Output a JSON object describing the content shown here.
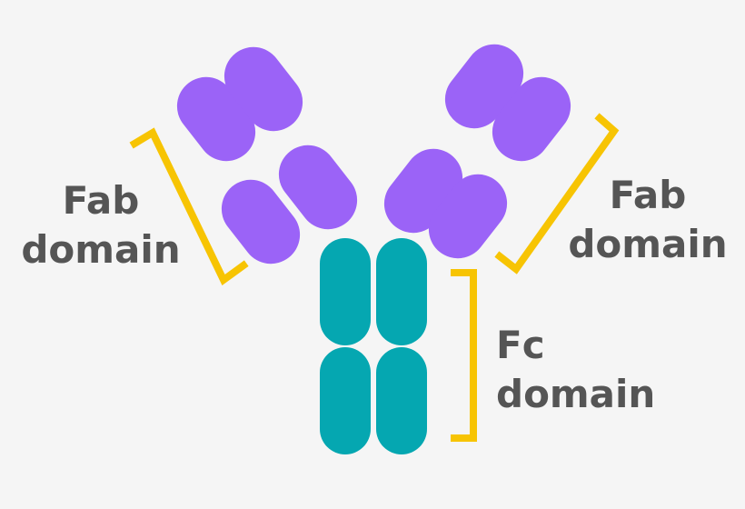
{
  "colors": {
    "background": "#f5f5f5",
    "fab_region": "#9b63f7",
    "fc_region": "#05a7b1",
    "bracket": "#f7c403",
    "label_text": "#555555"
  },
  "labels": {
    "fab_left": {
      "line1": "Fab",
      "line2": "domain"
    },
    "fab_right": {
      "line1": "Fab",
      "line2": "domain"
    },
    "fc": {
      "line1": "Fc",
      "line2": "domain"
    }
  }
}
